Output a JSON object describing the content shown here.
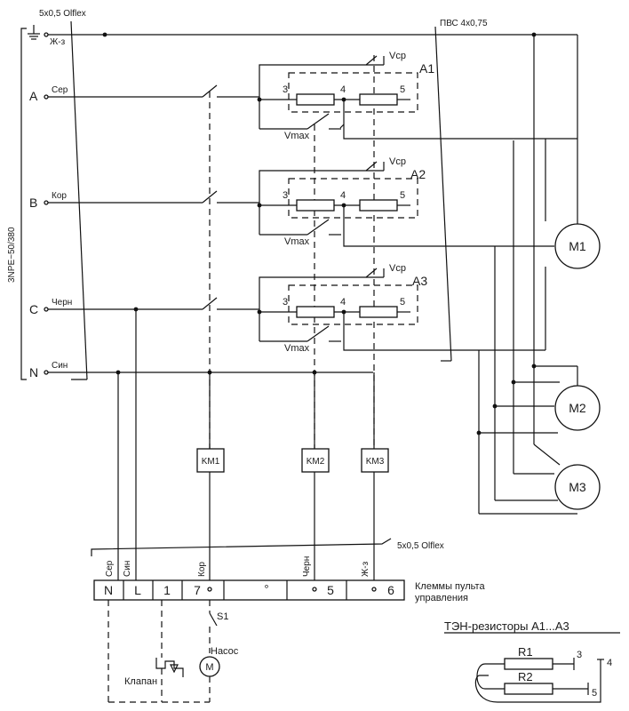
{
  "supply": {
    "cable_top": "5x0,5  Olflex",
    "voltage": "3NPE~50/380",
    "pe_wire": "Ж-з",
    "phases": [
      {
        "name": "A",
        "wire": "Сер"
      },
      {
        "name": "B",
        "wire": "Кор"
      },
      {
        "name": "C",
        "wire": "Черн"
      },
      {
        "name": "N",
        "wire": "Син"
      }
    ]
  },
  "motor_cable": "ПВС 4х0,75",
  "heaters": [
    {
      "id": "A1",
      "vcp": "Vcp",
      "vmax": "Vmax",
      "t3": "3",
      "t4": "4",
      "t5": "5"
    },
    {
      "id": "A2",
      "vcp": "Vcp",
      "vmax": "Vmax",
      "t3": "3",
      "t4": "4",
      "t5": "5"
    },
    {
      "id": "A3",
      "vcp": "Vcp",
      "vmax": "Vmax",
      "t3": "3",
      "t4": "4",
      "t5": "5"
    }
  ],
  "motors": [
    "M1",
    "M2",
    "M3"
  ],
  "relays": [
    "KM1",
    "KM2",
    "KM3"
  ],
  "bottom_cable": "5x0,5  Olflex",
  "terminal_wires": [
    "Сер",
    "Син",
    "Кор",
    "Черн",
    "Ж-з"
  ],
  "terminals": [
    "N",
    "L",
    "1",
    "7",
    "",
    "°",
    "5",
    "6"
  ],
  "terminal_caption": [
    "Клеммы пульта",
    "управления"
  ],
  "switch_label": "S1",
  "pump_label": "Насос",
  "pump_symbol": "M",
  "valve_label": "Клапан",
  "legend": {
    "title": "ТЭН-резисторы A1...A3",
    "r1": "R1",
    "r2": "R2",
    "t3": "3",
    "t4": "4",
    "t5": "5"
  }
}
